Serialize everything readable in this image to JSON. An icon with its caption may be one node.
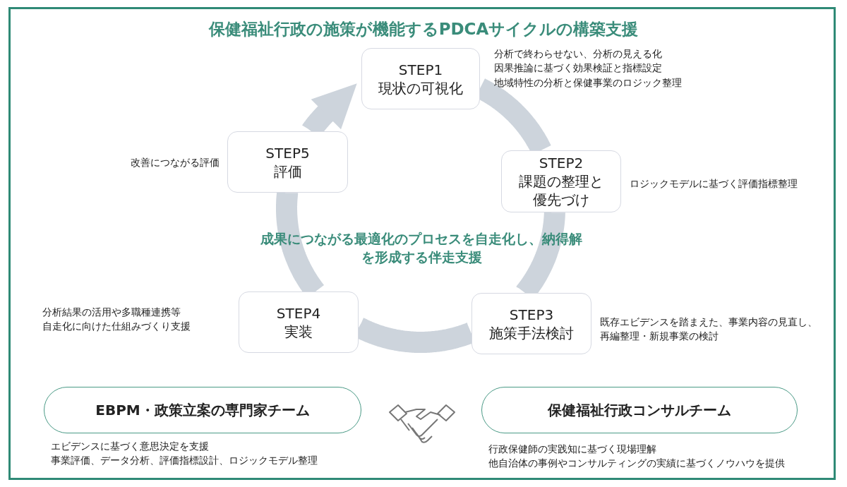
{
  "diagram": {
    "title": "保健福祉行政の施策が機能するPDCAサイクルの構築支援",
    "nodes": [
      {
        "text": [
          "STEP1",
          "現状の可視化"
        ],
        "beside": [
          "分析で終わらせない、分析の見える化",
          "因果推論に基づく効果検証と指標設定",
          "地域特性の分析と保健事業のロジック整理"
        ]
      },
      {
        "text": [
          "STEP2",
          "課題の整理と優先づけ"
        ],
        "beside": [
          "ロジックモデルに基づく評価指標整理"
        ]
      },
      {
        "text": [
          "STEP3",
          "施策手法検討"
        ],
        "beside": [
          "既存エビデンスを踏まえた、事業内容の見直し、",
          "再編整理・新規事業の検討"
        ]
      },
      {
        "text": [
          "STEP4",
          "実装"
        ],
        "beside": [
          "分析結果の活用や多職種連携等",
          "自走化に向けた仕組みづくり支援"
        ]
      },
      {
        "text": [
          "STEP5",
          "評価"
        ],
        "beside": [
          "改善につながる評価"
        ]
      },
      {
        "text": [
          "EBPM・政策立案の専門家チーム"
        ],
        "beside": [
          "エビデンスに基づく意思決定を支援",
          "事業評価、データ分析、評価指標設計、ロジックモデル整理"
        ]
      },
      {
        "text": [
          "保健福祉行政コンサルチーム"
        ],
        "beside": [
          "行政保健師の実践知に基づく現場理解",
          "他自治体の事例やコンサルティングの実績に基づくノウハウを提供"
        ]
      }
    ],
    "edges": [
      {
        "from": 0,
        "to": 1,
        "arrow": "none"
      },
      {
        "from": 1,
        "to": 2,
        "arrow": "none"
      },
      {
        "from": 2,
        "to": 3,
        "arrow": "none"
      },
      {
        "from": 3,
        "to": 4,
        "arrow": "none"
      },
      {
        "from": 4,
        "to": 0,
        "arrow": "to"
      }
    ],
    "labels": [
      "成果につながる最適化のプロセスを自走化し、納得解を形成する伴走支援"
    ]
  }
}
